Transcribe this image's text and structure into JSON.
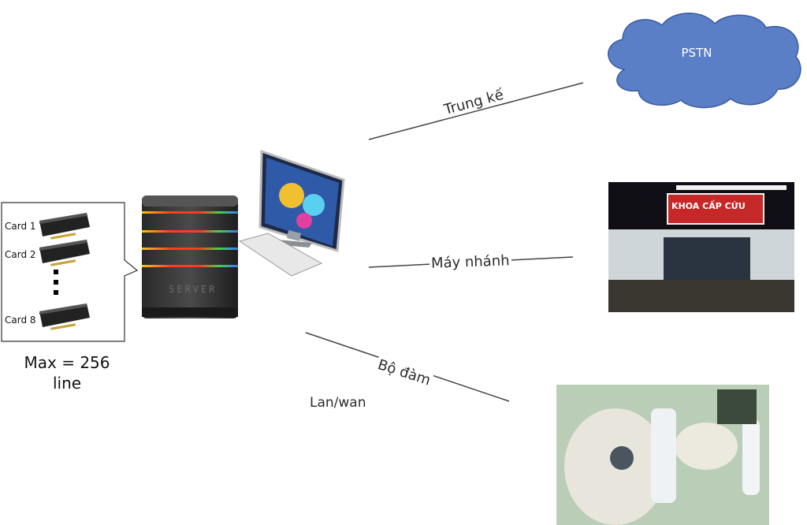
{
  "diagram": {
    "cloud_label": "PSTN",
    "links": {
      "trunk": "Trung kế",
      "extension": "Máy nhánh",
      "radio": "Bộ đàm"
    },
    "network_label": "Lan/wan",
    "cards": [
      "Card 1",
      "Card 2",
      "Card 8"
    ],
    "capacity": {
      "line1": "Max = 256",
      "line2": "line"
    },
    "server_label": "SERVER",
    "photo_sign": "KHOA CẤP CỨU",
    "colors": {
      "cloud_fill": "#5b7fc6",
      "cloud_stroke": "#3a5aa0",
      "line": "#444444"
    }
  }
}
